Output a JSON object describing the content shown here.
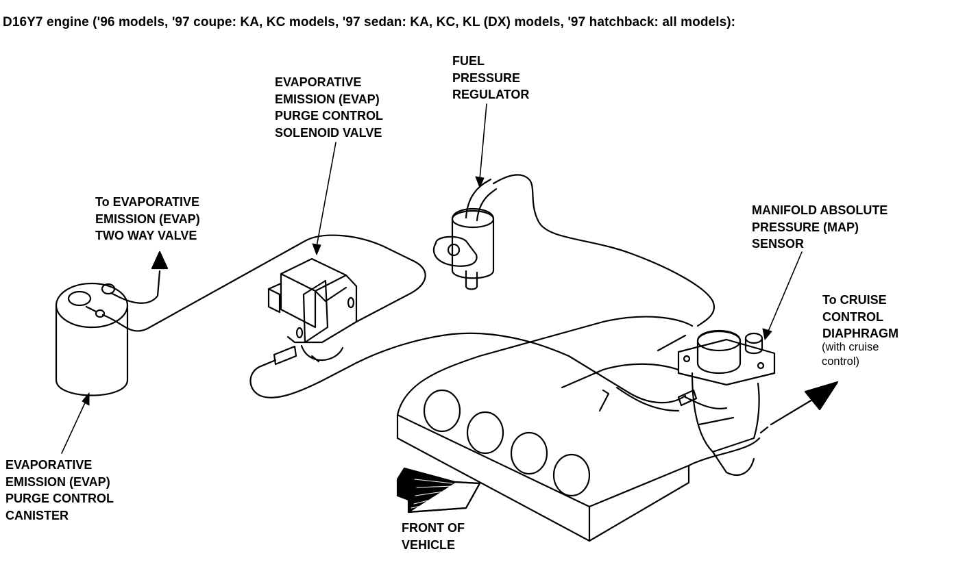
{
  "title": "D16Y7 engine ('96 models, '97 coupe: KA, KC models, '97 sedan: KA, KC, KL (DX) models, '97 hatchback: all models):",
  "labels": {
    "purge_solenoid": [
      "EVAPORATIVE",
      "EMISSION (EVAP)",
      "PURGE CONTROL",
      "SOLENOID VALVE"
    ],
    "fuel_regulator": [
      "FUEL",
      "PRESSURE",
      "REGULATOR"
    ],
    "two_way_valve": [
      "To EVAPORATIVE",
      "EMISSION (EVAP)",
      "TWO WAY VALVE"
    ],
    "map_sensor": [
      "MANIFOLD ABSOLUTE",
      "PRESSURE (MAP)",
      "SENSOR"
    ],
    "cruise_diaphragm": [
      "To CRUISE",
      "CONTROL",
      "DIAPHRAGM"
    ],
    "cruise_note": [
      "(with cruise",
      "control)"
    ],
    "canister": [
      "EVAPORATIVE",
      "EMISSION (EVAP)",
      "PURGE CONTROL",
      "CANISTER"
    ],
    "front_vehicle": [
      "FRONT OF",
      "VEHICLE"
    ]
  }
}
